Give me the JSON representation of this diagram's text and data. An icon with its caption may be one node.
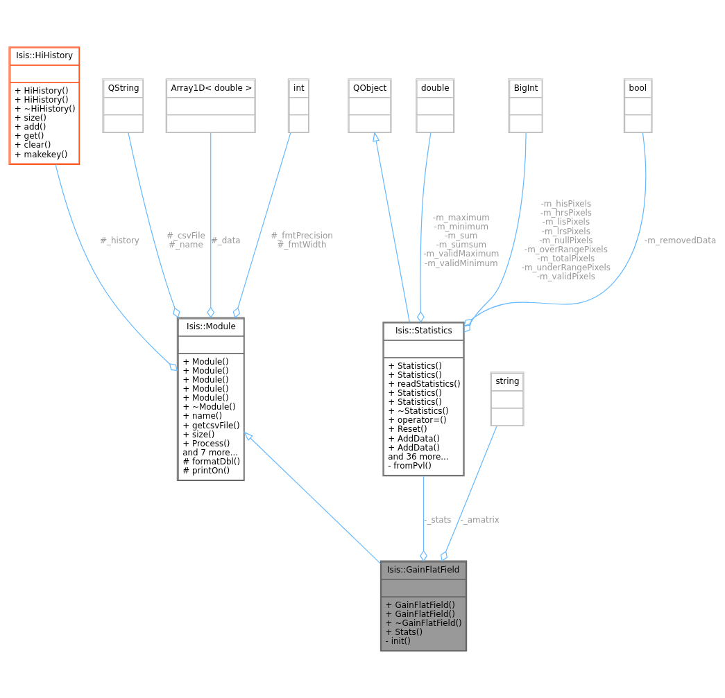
{
  "diagram": {
    "nodes": [
      {
        "text": [
          "Isis::HiHistory",
          "+ HiHistory()",
          "+ HiHistory()",
          "+ ~HiHistory()",
          "+ size()",
          "+ add()",
          "+ get()",
          "+ clear()",
          "+ makekey()"
        ]
      },
      {
        "text": [
          "QString"
        ]
      },
      {
        "text": [
          "Array1D< double >"
        ]
      },
      {
        "text": [
          "int"
        ]
      },
      {
        "text": [
          "QObject"
        ]
      },
      {
        "text": [
          "double"
        ]
      },
      {
        "text": [
          "BigInt"
        ]
      },
      {
        "text": [
          "bool"
        ]
      },
      {
        "text": [
          "Isis::Module",
          "+ Module()",
          "+ Module()",
          "+ Module()",
          "+ Module()",
          "+ Module()",
          "+ ~Module()",
          "+ name()",
          "+ getcsvFile()",
          "+ size()",
          "+ Process()",
          "and 7 more...",
          "# formatDbl()",
          "# printOn()"
        ]
      },
      {
        "text": [
          "Isis::Statistics",
          "+ Statistics()",
          "+ Statistics()",
          "+ readStatistics()",
          "+ Statistics()",
          "+ Statistics()",
          "+ ~Statistics()",
          "+ operator=()",
          "+ Reset()",
          "+ AddData()",
          "+ AddData()",
          "and 36 more...",
          "- fromPvl()"
        ]
      },
      {
        "text": [
          "string"
        ]
      },
      {
        "text": [
          "Isis::GainFlatField",
          "+ GainFlatField()",
          "+ GainFlatField()",
          "+ ~GainFlatField()",
          "+ Stats()",
          "- init()"
        ]
      }
    ],
    "edges": [
      {
        "from": 8,
        "to": 1,
        "arrow": "other",
        "label": "#_csvFile #_name"
      },
      {
        "from": 8,
        "to": 2,
        "arrow": "other",
        "label": "#_data"
      },
      {
        "from": 8,
        "to": 0,
        "arrow": "other",
        "label": "#_history"
      },
      {
        "from": 8,
        "to": 3,
        "arrow": "other",
        "label": "#_fmtPrecision #_fmtWidth"
      },
      {
        "from": 9,
        "to": 4,
        "arrow": "to"
      },
      {
        "from": 9,
        "to": 5,
        "arrow": "other",
        "label": "-m_maximum -m_minimum -m_sum -m_sumsum -m_validMaximum -m_validMinimum"
      },
      {
        "from": 9,
        "to": 6,
        "arrow": "other",
        "label": "-m_hisPixels -m_hrsPixels -m_lisPixels -m_lrsPixels -m_nullPixels -m_overRangePixels -m_totalPixels -m_underRangePixels -m_validPixels"
      },
      {
        "from": 9,
        "to": 7,
        "arrow": "other",
        "label": "-m_removedData"
      },
      {
        "from": 11,
        "to": 8,
        "arrow": "to"
      },
      {
        "from": 11,
        "to": 10,
        "arrow": "other",
        "label": "-_amatrix"
      },
      {
        "from": 11,
        "to": 9,
        "arrow": "other",
        "label": "-_stats"
      }
    ]
  }
}
